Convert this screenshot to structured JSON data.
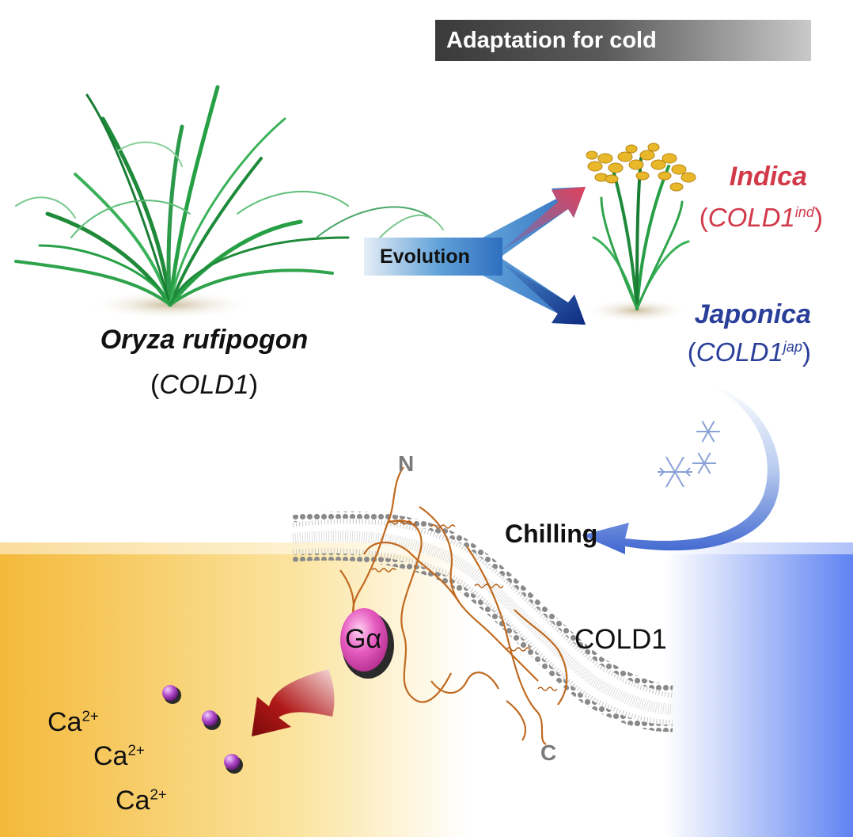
{
  "banner": {
    "title": "Adaptation for cold"
  },
  "wild_species": {
    "name": "Oryza rufipogon",
    "gene_open": "(",
    "gene": "COLD1",
    "gene_close": ")"
  },
  "indica": {
    "name": "Indica",
    "gene_open": "(",
    "gene": "COLD1",
    "allele": "ind",
    "gene_close": ")"
  },
  "japonica": {
    "name": "Japonica",
    "gene_open": "(",
    "gene": "COLD1",
    "allele": "jap",
    "gene_close": ")"
  },
  "evolution": {
    "label": "Evolution"
  },
  "chilling": {
    "label": "Chilling"
  },
  "protein": {
    "n_terminus": "N",
    "c_terminus": "C",
    "name": "COLD1",
    "g_alpha": "Gα"
  },
  "calcium": {
    "ion": "Ca",
    "charge": "2+",
    "labels": [
      "Ca",
      "Ca",
      "Ca"
    ]
  },
  "colors": {
    "indica_red": "#d23a4a",
    "japonica_blue": "#2a3f9a",
    "warm_yellow": "#f6c64a",
    "cold_blue": "#5a7ef0",
    "galpha_pink": "#e65bc0",
    "calcium_purple": "#b04ac8"
  },
  "icons": [
    "wild-rice-plant",
    "cultivated-rice-plant",
    "snowflake",
    "lipid-bilayer",
    "coiled-protein"
  ]
}
